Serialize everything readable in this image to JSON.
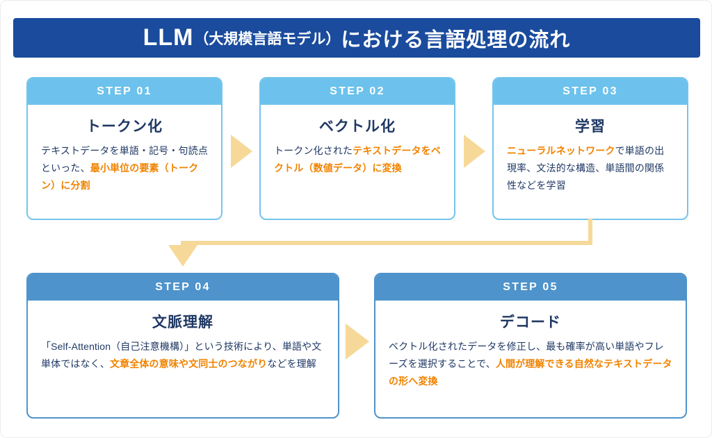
{
  "banner": {
    "llm": "LLM",
    "paren": "（大規模言語モデル）",
    "rest": "における言語処理の流れ"
  },
  "steps": [
    {
      "label": "STEP 01",
      "title": "トークン化",
      "segments": [
        {
          "text": "テキストデータを単語・記号・句読点といった、",
          "highlight": false
        },
        {
          "text": "最小単位の要素（トークン）に分割",
          "highlight": true
        }
      ]
    },
    {
      "label": "STEP 02",
      "title": "ベクトル化",
      "segments": [
        {
          "text": "トークン化された",
          "highlight": false
        },
        {
          "text": "テキストデータをベクトル（数値データ）に変換",
          "highlight": true
        }
      ]
    },
    {
      "label": "STEP 03",
      "title": "学習",
      "segments": [
        {
          "text": "ニューラルネットワーク",
          "highlight": true
        },
        {
          "text": "で単語の出現率、文法的な構造、単語間の関係性などを学習",
          "highlight": false
        }
      ]
    },
    {
      "label": "STEP 04",
      "title": "文脈理解",
      "segments": [
        {
          "text": "「Self-Attention（自己注意機構）」という技術により、単語や文単体ではなく、",
          "highlight": false
        },
        {
          "text": "文章全体の意味や文同士のつながり",
          "highlight": true
        },
        {
          "text": "などを理解",
          "highlight": false
        }
      ]
    },
    {
      "label": "STEP 05",
      "title": "デコード",
      "segments": [
        {
          "text": "ベクトル化されたデータを修正し、最も確率が高い単語やフレーズを選択することで、",
          "highlight": false
        },
        {
          "text": "人間が理解できる自然なテキストデータの形へ変換",
          "highlight": true
        }
      ]
    }
  ],
  "colors": {
    "banner_bg": "#1A4B9D",
    "step_header_light": "#6CC2EC",
    "step_header_dark": "#4E93CB",
    "arrow": "#F6D998",
    "highlight_text": "#F08300",
    "body_text": "#1F3864"
  }
}
